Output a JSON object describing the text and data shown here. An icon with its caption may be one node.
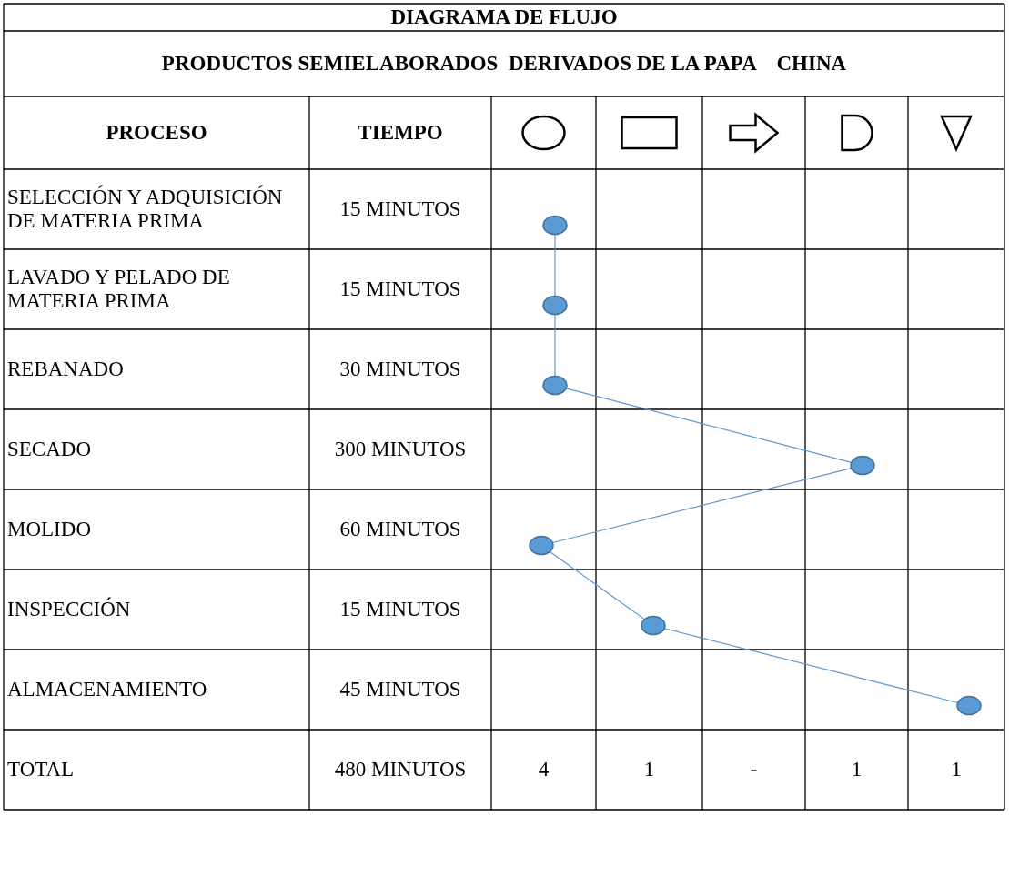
{
  "diagram": {
    "title": "DIAGRAMA DE FLUJO",
    "nodes": [
      {
        "text": [],
        "shape": "circle"
      },
      {
        "text": [],
        "shape": "circle"
      },
      {
        "text": [],
        "shape": "circle"
      },
      {
        "text": [],
        "shape": "circle"
      },
      {
        "text": [],
        "shape": "circle"
      },
      {
        "text": [],
        "shape": "circle"
      },
      {
        "text": [],
        "shape": "circle"
      }
    ],
    "edges": [
      {
        "from": 0,
        "to": 1,
        "arrow": "none"
      },
      {
        "from": 1,
        "to": 2,
        "arrow": "none"
      },
      {
        "from": 2,
        "to": 3,
        "arrow": "none"
      },
      {
        "from": 3,
        "to": 4,
        "arrow": "none"
      },
      {
        "from": 4,
        "to": 5,
        "arrow": "none"
      },
      {
        "from": 5,
        "to": 6,
        "arrow": "none"
      }
    ],
    "labels": [
      "PRODUCTOS SEMIELABORADOS  DERIVADOS DE LA PAPA    CHINA",
      "PROCESO",
      "TIEMPO",
      "SELECCIÓN Y ADQUISICIÓN DE MATERIA PRIMA",
      "15 MINUTOS",
      "LAVADO Y PELADO DE MATERIA PRIMA",
      "15 MINUTOS",
      "REBANADO",
      "30 MINUTOS",
      "SECADO",
      "300 MINUTOS",
      "MOLIDO",
      "60 MINUTOS",
      "INSPECCIÓN",
      "15 MINUTOS",
      "ALMACENAMIENTO",
      "45 MINUTOS",
      "TOTAL",
      "480 MINUTOS",
      "4",
      "1",
      "-",
      "1",
      "1"
    ]
  }
}
